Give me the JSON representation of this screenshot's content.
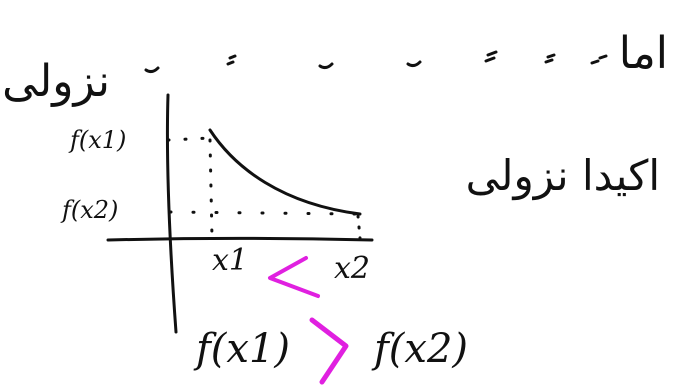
{
  "text": {
    "top_right_word": "اما",
    "left_word": "نزولی",
    "right_word": "اکیدا نزولی",
    "f_x1_label": "f(x1)",
    "f_x2_label": "f(x2)",
    "x1_label": "x1",
    "x2_label": "x2",
    "bottom_left": "f(x1)",
    "bottom_right": "f(x2)"
  },
  "relations": {
    "less_than": "<",
    "greater_than": ">"
  },
  "colors": {
    "ink": "#111111",
    "highlight": "#e020e0",
    "background": "#ffffff"
  }
}
